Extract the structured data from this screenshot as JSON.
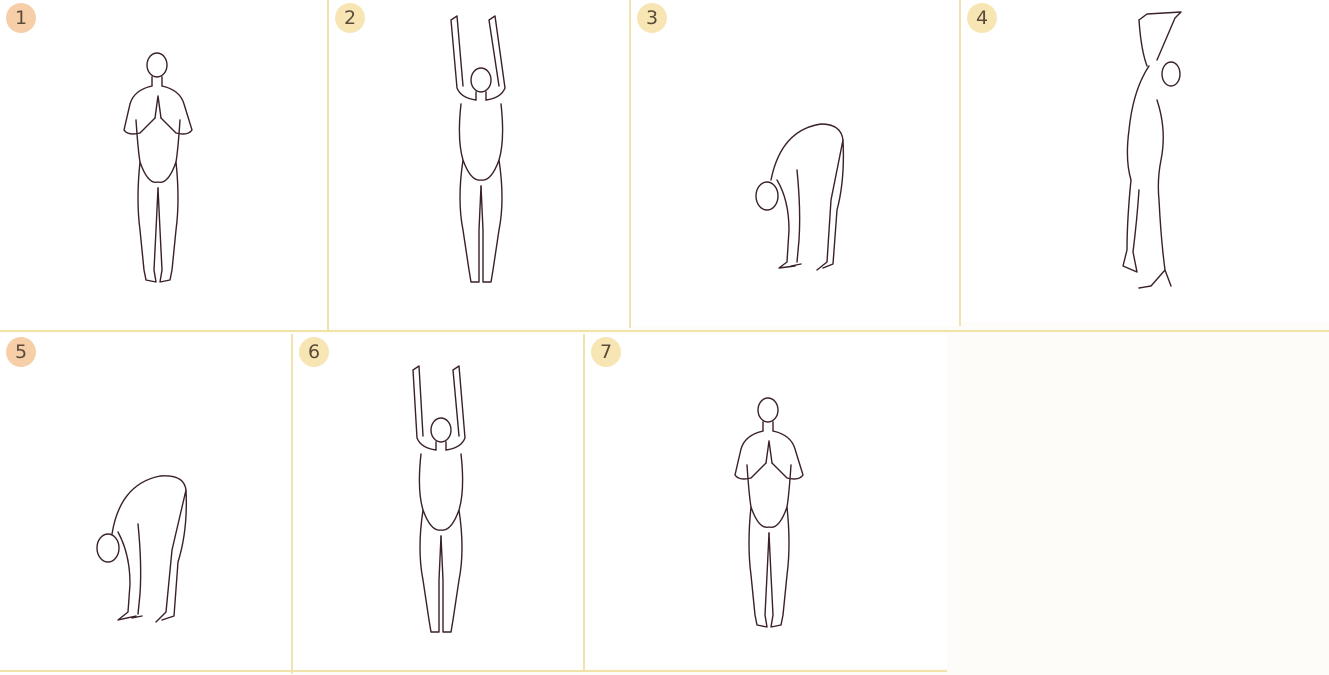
{
  "steps": [
    {
      "number": "1",
      "badge_color": "#f6cfa8",
      "pose": "prayer-standing"
    },
    {
      "number": "2",
      "badge_color": "#f7e6b4",
      "pose": "arms-raised"
    },
    {
      "number": "3",
      "badge_color": "#f7e6b4",
      "pose": "forward-bend"
    },
    {
      "number": "4",
      "badge_color": "#f7e6b4",
      "pose": "back-bend-side"
    },
    {
      "number": "5",
      "badge_color": "#f6cfa8",
      "pose": "forward-bend"
    },
    {
      "number": "6",
      "badge_color": "#f7e6b4",
      "pose": "arms-raised"
    },
    {
      "number": "7",
      "badge_color": "#f7e6b4",
      "pose": "prayer-standing"
    }
  ],
  "colors": {
    "line": "#3a2028",
    "divider": "#efe3b2",
    "panel": "#ffffff"
  }
}
